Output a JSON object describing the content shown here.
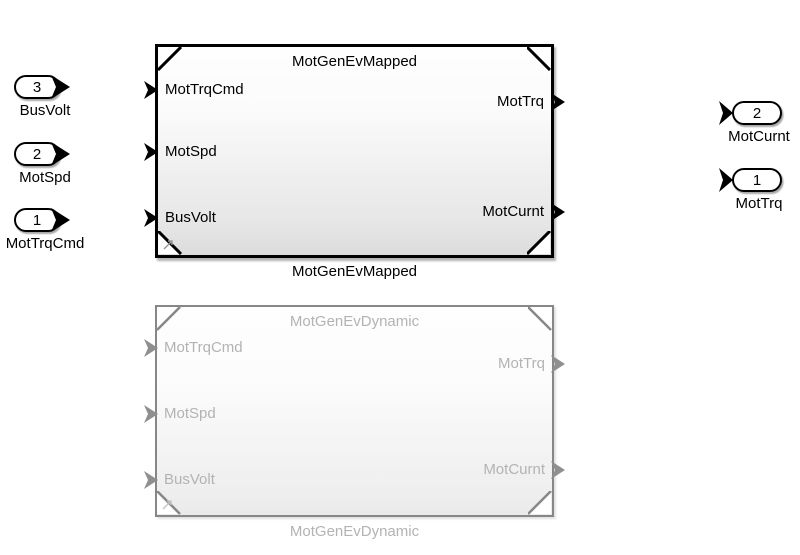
{
  "diagram": {
    "inports": [
      {
        "number": "3",
        "label": "BusVolt"
      },
      {
        "number": "2",
        "label": "MotSpd"
      },
      {
        "number": "1",
        "label": "MotTrqCmd"
      }
    ],
    "outports": [
      {
        "number": "2",
        "label": "MotCurnt"
      },
      {
        "number": "1",
        "label": "MotTrq"
      }
    ],
    "blocks": [
      {
        "title": "MotGenEvMapped",
        "caption": "MotGenEvMapped",
        "state": "active",
        "inputs": [
          "MotTrqCmd",
          "MotSpd",
          "BusVolt"
        ],
        "outputs": [
          "MotTrq",
          "MotCurnt"
        ]
      },
      {
        "title": "MotGenEvDynamic",
        "caption": "MotGenEvDynamic",
        "state": "inactive",
        "inputs": [
          "MotTrqCmd",
          "MotSpd",
          "BusVolt"
        ],
        "outputs": [
          "MotTrq",
          "MotCurnt"
        ]
      }
    ],
    "colors": {
      "active_border": "#000000",
      "inactive_border": "#878787",
      "inactive_text": "#b3b3b3",
      "block_fill_top": "#fefefe",
      "block_fill_bottom": "#dcdcdc",
      "port_fill": "#ffffff"
    }
  }
}
